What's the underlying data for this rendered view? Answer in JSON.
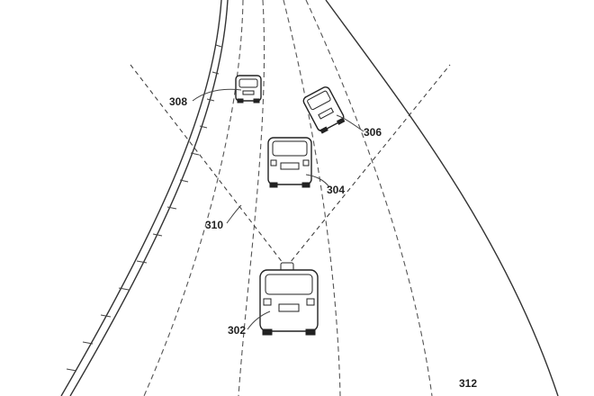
{
  "labels": {
    "ego_vehicle": "302",
    "lead_vehicle": "304",
    "adjacent_vehicle": "306",
    "far_vehicle": "308",
    "sensor_field": "310",
    "road": "312"
  }
}
